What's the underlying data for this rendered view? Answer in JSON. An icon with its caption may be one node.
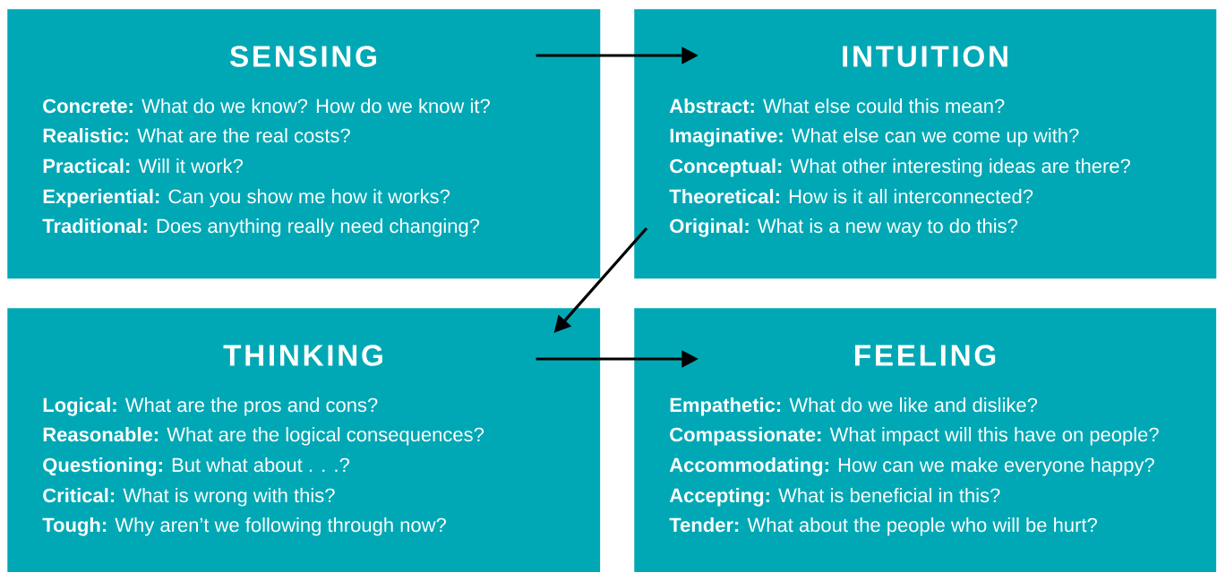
{
  "diagram": {
    "nodes": [
      {
        "text": [
          "SENSING",
          "**Concrete:** What do we know? How do we know it?",
          "**Realistic:** What are the real costs?",
          "**Practical:** Will it work?",
          "**Experiential:** Can you show me how it works?",
          "**Traditional:** Does anything really need changing?"
        ]
      },
      {
        "text": [
          "INTUITION",
          "**Abstract:** What else could this mean?",
          "**Imaginative:** What else can we come up with?",
          "**Conceptual:** What other interesting ideas are there?",
          "**Theoretical:** How is it all interconnected?",
          "**Original:** What is a new way to do this?"
        ]
      },
      {
        "text": [
          "THINKING",
          "**Logical:** What are the pros and cons?",
          "**Reasonable:** What are the logical consequences?",
          "**Questioning:** But what about . . .?",
          "**Critical:** What is wrong with this?",
          "**Tough:** Why aren’t we following through now?"
        ]
      },
      {
        "text": [
          "FEELING",
          "**Empathetic:** What do we like and dislike?",
          "**Compassionate:** What impact will this have on people?",
          "**Accommodating:** How can we make everyone happy?",
          "**Accepting:** What is beneficial in this?",
          "**Tender:** What about the people who will be hurt?"
        ]
      }
    ],
    "edges": [
      {
        "from": 0,
        "to": 1,
        "arrow": "to"
      },
      {
        "from": 1,
        "to": 2,
        "arrow": "to"
      },
      {
        "from": 2,
        "to": 3,
        "arrow": "to"
      }
    ]
  }
}
